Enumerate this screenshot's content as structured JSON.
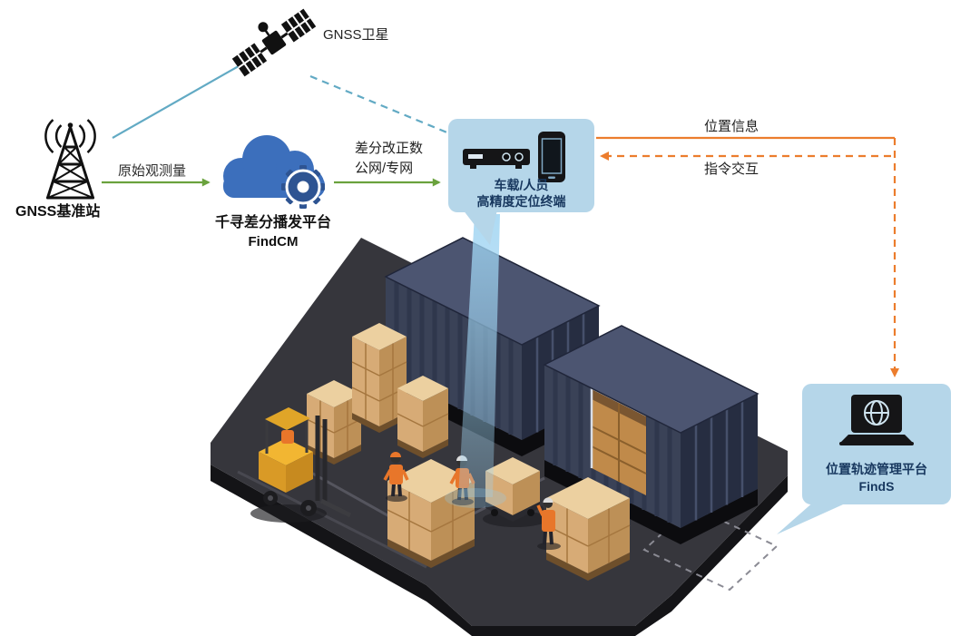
{
  "nodes": {
    "satellite": {
      "label": "GNSS卫星"
    },
    "base_station": {
      "label": "GNSS基准站"
    },
    "cloud_platform": {
      "name": "千寻差分播发平台",
      "product": "FindCM"
    },
    "terminal": {
      "line1": "车载/人员",
      "line2": "高精度定位终端"
    },
    "management_platform": {
      "name": "位置轨迹管理平台",
      "product": "FindS"
    }
  },
  "flows": {
    "raw_observation": "原始观测量",
    "correction_line1": "差分改正数",
    "correction_line2": "公网/专网",
    "position_info": "位置信息",
    "command_interaction": "指令交互"
  },
  "colors": {
    "bubble_bg": "#b5d6e9",
    "bubble_text": "#17375e",
    "green_arrow": "#6aa23d",
    "orange_arrow": "#ec7d2d",
    "teal_line": "#62aac4",
    "beam_blue": "#8ecef0",
    "cloud_blue": "#3c6fbc",
    "gear_blue": "#2e5492"
  },
  "icons": {
    "satellite": "gnss-satellite-icon",
    "base_station": "radio-tower-icon",
    "cloud_platform": "cloud-gear-icon",
    "terminal_receiver": "vehicle-receiver-icon",
    "terminal_phone": "smartphone-icon",
    "management_platform": "laptop-globe-icon"
  },
  "scene": {
    "name": "isometric-container-yard"
  }
}
